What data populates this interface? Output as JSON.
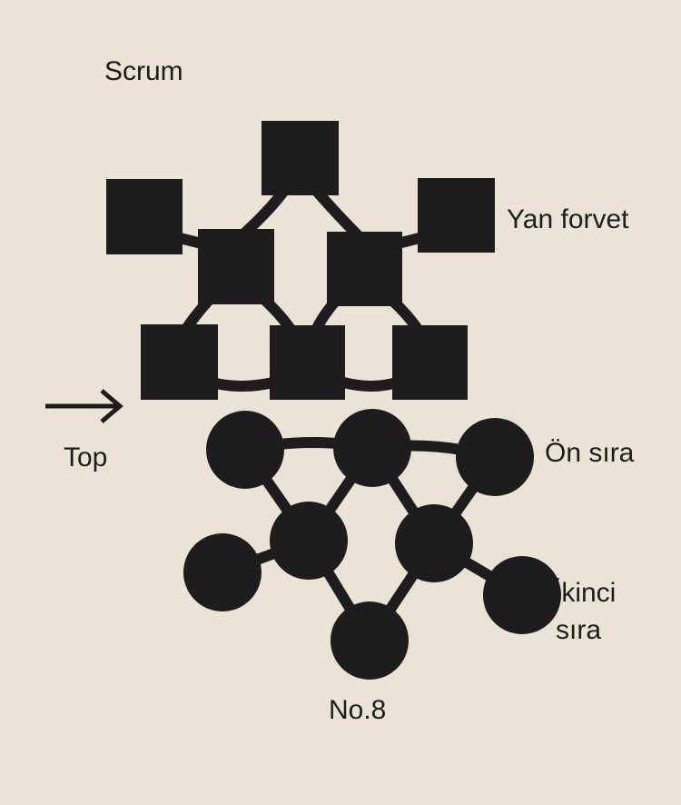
{
  "title": "Scrum",
  "labels": {
    "flanker": "Yan forvet",
    "ball": "Top",
    "front_row": "Ön sıra",
    "second_row_line1": "İkinci",
    "second_row_line2": "sıra",
    "number_eight": "No.8"
  },
  "colors": {
    "ink": "#1e1c1c",
    "paper": "#e9e4d6"
  }
}
